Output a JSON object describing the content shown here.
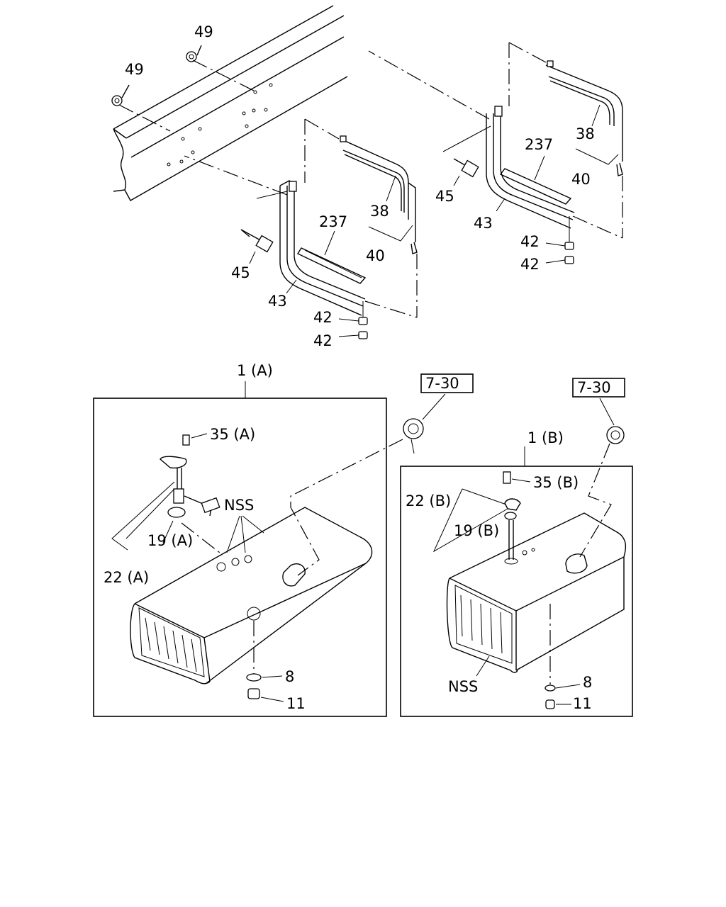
{
  "labels": {
    "nut_49": "49",
    "strap_38": "38",
    "strap_assy_40": "40",
    "pad_237": "237",
    "bolt_45": "45",
    "bracket_43": "43",
    "nut_42": "42",
    "tank_assy_a": "1 (A)",
    "tank_assy_b": "1 (B)",
    "cap_ref": "7-30",
    "screw_35a": "35 (A)",
    "screw_35b": "35 (B)",
    "unit_22a": "22 (A)",
    "unit_22b": "22 (B)",
    "gasket_19a": "19 (A)",
    "gasket_19b": "19 (B)",
    "nss": "NSS",
    "washer_8": "8",
    "plug_11": "11"
  }
}
